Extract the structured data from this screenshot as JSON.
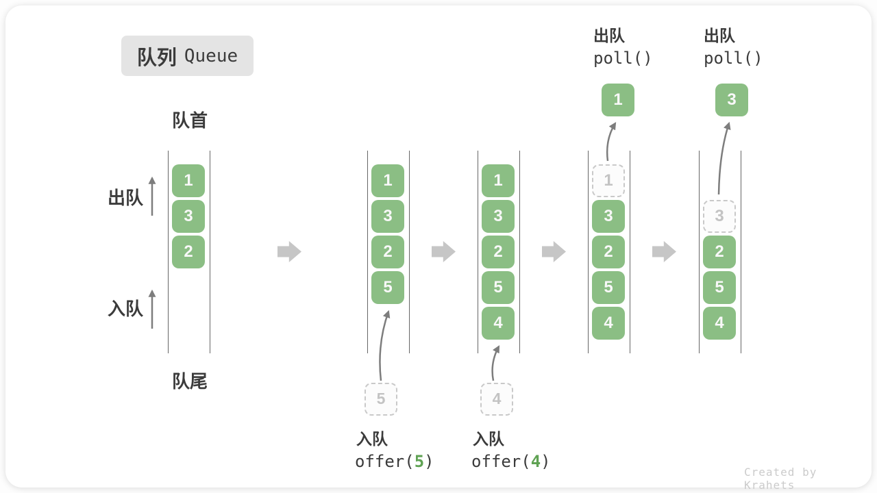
{
  "title": {
    "zh": "队列",
    "en": "Queue"
  },
  "labels": {
    "front": "队首",
    "rear": "队尾",
    "dequeue": "出队",
    "enqueue": "入队"
  },
  "colors": {
    "box_green": "#8bbe84",
    "code_green": "#5fa253",
    "text_dark": "#3b3b3b",
    "ghost_gray": "#c3c3c3",
    "line_gray": "#666666",
    "arrow_gray": "#7d7d7d",
    "block_arrow_gray": "#c6c6c6",
    "title_bg": "#e4e4e4",
    "credit_gray": "#cbcbcb"
  },
  "states": [
    {
      "cells": [
        {
          "slot": 0,
          "value": "1",
          "ghost": false
        },
        {
          "slot": 1,
          "value": "3",
          "ghost": false
        },
        {
          "slot": 2,
          "value": "2",
          "ghost": false
        }
      ]
    },
    {
      "cells": [
        {
          "slot": 0,
          "value": "1",
          "ghost": false
        },
        {
          "slot": 1,
          "value": "3",
          "ghost": false
        },
        {
          "slot": 2,
          "value": "2",
          "ghost": false
        },
        {
          "slot": 3,
          "value": "5",
          "ghost": false
        }
      ]
    },
    {
      "cells": [
        {
          "slot": 0,
          "value": "1",
          "ghost": false
        },
        {
          "slot": 1,
          "value": "3",
          "ghost": false
        },
        {
          "slot": 2,
          "value": "2",
          "ghost": false
        },
        {
          "slot": 3,
          "value": "5",
          "ghost": false
        },
        {
          "slot": 4,
          "value": "4",
          "ghost": false
        }
      ]
    },
    {
      "cells": [
        {
          "slot": 0,
          "value": "1",
          "ghost": true
        },
        {
          "slot": 1,
          "value": "3",
          "ghost": false
        },
        {
          "slot": 2,
          "value": "2",
          "ghost": false
        },
        {
          "slot": 3,
          "value": "5",
          "ghost": false
        },
        {
          "slot": 4,
          "value": "4",
          "ghost": false
        }
      ]
    },
    {
      "cells": [
        {
          "slot": 1,
          "value": "3",
          "ghost": true
        },
        {
          "slot": 2,
          "value": "2",
          "ghost": false
        },
        {
          "slot": 3,
          "value": "5",
          "ghost": false
        },
        {
          "slot": 4,
          "value": "4",
          "ghost": false
        }
      ]
    }
  ],
  "enqueue_ops": [
    {
      "label": "入队",
      "code_before": "offer(",
      "arg": "5",
      "code_after": ")",
      "value": "5"
    },
    {
      "label": "入队",
      "code_before": "offer(",
      "arg": "4",
      "code_after": ")",
      "value": "4"
    }
  ],
  "dequeue_ops": [
    {
      "label": "出队",
      "code": "poll()",
      "value": "1"
    },
    {
      "label": "出队",
      "code": "poll()",
      "value": "3"
    }
  ],
  "credit": "Created by Krahets"
}
